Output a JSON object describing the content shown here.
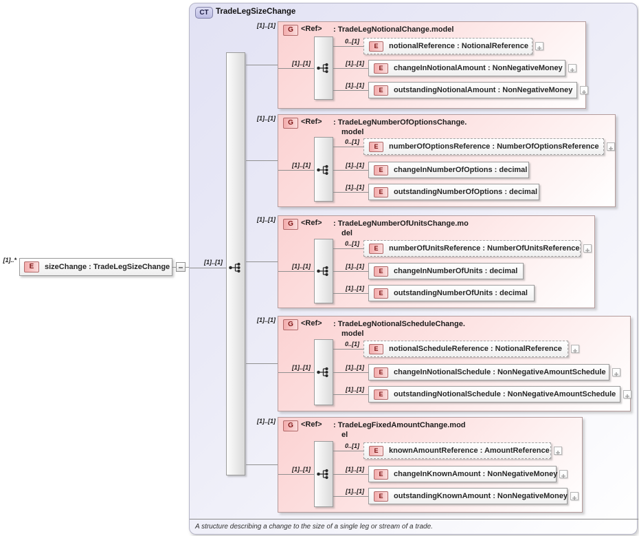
{
  "diagram": {
    "badge": "CT",
    "title": "TradeLegSizeChange",
    "footer": "A structure describing a change to the size of a single leg or stream of a trade."
  },
  "root_element": {
    "badge": "E",
    "label": "sizeChange : TradeLegSizeChange",
    "cardinality": "[1]..*"
  },
  "sequence": {
    "cardinality": "[1]..[1]"
  },
  "colors": {
    "container_fill": "#e2e2f4",
    "group_fill": "#fbd2d2",
    "badge_fill": "#f3acac",
    "badge_text": "#7c1414",
    "line": "#8f8f8f"
  },
  "groups": [
    {
      "badge": "G",
      "ref": "<Ref>",
      "cardinality": "[1]..[1]",
      "sequence_cardinality": "[1]..[1]",
      "type_line1": ": TradeLegNotionalChange.model",
      "type_line2": "",
      "elements": [
        {
          "badge": "E",
          "cardinality": "0..[1]",
          "label": "notionalReference : NotionalReference",
          "optional": true,
          "expandable": true
        },
        {
          "badge": "E",
          "cardinality": "[1]..[1]",
          "label": "changeInNotionalAmount : NonNegativeMoney",
          "optional": false,
          "expandable": true
        },
        {
          "badge": "E",
          "cardinality": "[1]..[1]",
          "label": "outstandingNotionalAmount : NonNegativeMoney",
          "optional": false,
          "expandable": true
        }
      ]
    },
    {
      "badge": "G",
      "ref": "<Ref>",
      "cardinality": "[1]..[1]",
      "sequence_cardinality": "[1]..[1]",
      "type_line1": ": TradeLegNumberOfOptionsChange.",
      "type_line2": "model",
      "elements": [
        {
          "badge": "E",
          "cardinality": "0..[1]",
          "label": "numberOfOptionsReference : NumberOfOptionsReference",
          "optional": true,
          "expandable": true
        },
        {
          "badge": "E",
          "cardinality": "[1]..[1]",
          "label": "changeInNumberOfOptions : decimal",
          "optional": false,
          "expandable": false
        },
        {
          "badge": "E",
          "cardinality": "[1]..[1]",
          "label": "outstandingNumberOfOptions : decimal",
          "optional": false,
          "expandable": false
        }
      ]
    },
    {
      "badge": "G",
      "ref": "<Ref>",
      "cardinality": "[1]..[1]",
      "sequence_cardinality": "[1]..[1]",
      "type_line1": ": TradeLegNumberOfUnitsChange.mo",
      "type_line2": "del",
      "elements": [
        {
          "badge": "E",
          "cardinality": "0..[1]",
          "label": "numberOfUnitsReference : NumberOfUnitsReference",
          "optional": true,
          "expandable": true
        },
        {
          "badge": "E",
          "cardinality": "[1]..[1]",
          "label": "changeInNumberOfUnits : decimal",
          "optional": false,
          "expandable": false
        },
        {
          "badge": "E",
          "cardinality": "[1]..[1]",
          "label": "outstandingNumberOfUnits : decimal",
          "optional": false,
          "expandable": false
        }
      ]
    },
    {
      "badge": "G",
      "ref": "<Ref>",
      "cardinality": "[1]..[1]",
      "sequence_cardinality": "[1]..[1]",
      "type_line1": ": TradeLegNotionalScheduleChange.",
      "type_line2": "model",
      "elements": [
        {
          "badge": "E",
          "cardinality": "0..[1]",
          "label": "notionalScheduleReference : NotionalReference",
          "optional": true,
          "expandable": true
        },
        {
          "badge": "E",
          "cardinality": "[1]..[1]",
          "label": "changeInNotionalSchedule : NonNegativeAmountSchedule",
          "optional": false,
          "expandable": true
        },
        {
          "badge": "E",
          "cardinality": "[1]..[1]",
          "label": "outstandingNotionalSchedule : NonNegativeAmountSchedule",
          "optional": false,
          "expandable": true
        }
      ]
    },
    {
      "badge": "G",
      "ref": "<Ref>",
      "cardinality": "[1]..[1]",
      "sequence_cardinality": "[1]..[1]",
      "type_line1": ": TradeLegFixedAmountChange.mod",
      "type_line2": "el",
      "elements": [
        {
          "badge": "E",
          "cardinality": "0..[1]",
          "label": "knownAmountReference : AmountReference",
          "optional": true,
          "expandable": true
        },
        {
          "badge": "E",
          "cardinality": "[1]..[1]",
          "label": "changeInKnownAmount : NonNegativeMoney",
          "optional": false,
          "expandable": true
        },
        {
          "badge": "E",
          "cardinality": "[1]..[1]",
          "label": "outstandingKnownAmount : NonNegativeMoney",
          "optional": false,
          "expandable": true
        }
      ]
    }
  ]
}
